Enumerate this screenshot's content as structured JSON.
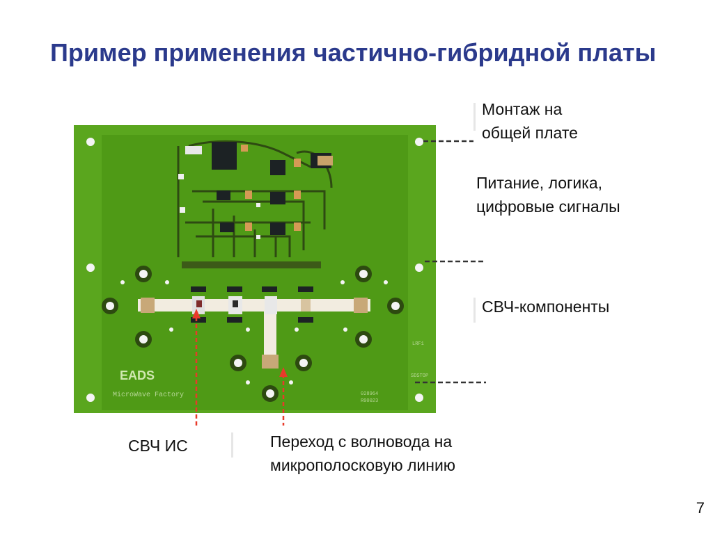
{
  "slide": {
    "title": "Пример применения частично-гибридной платы",
    "page_number": "7"
  },
  "labels": {
    "mounting": [
      "Монтаж на",
      "общей плате"
    ],
    "power": [
      "Питание, логика,",
      "цифровые сигналы"
    ],
    "rf_components": "СВЧ-компоненты",
    "rf_ic": "СВЧ ИС",
    "transition": [
      "Переход с волновода на",
      "микрополосковую линию"
    ]
  },
  "board": {
    "logo": "EADS",
    "silkscreen_bottom": "MicroWave Factory",
    "silkscreen_right_1": "LRF1",
    "silkscreen_right_2": "SDSTOP",
    "silkscreen_code_1": "028964",
    "silkscreen_code_2": "R00023",
    "colors": {
      "board": "#5aa61e",
      "board_inner": "#4f9a16",
      "trace": "#2e4a12",
      "microstrip": "#f2ece0",
      "pad": "#c8a878",
      "title": "#2b3a8c",
      "arrow": "#e83a2a"
    }
  }
}
